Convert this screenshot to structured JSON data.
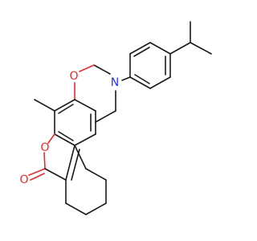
{
  "molecule": {
    "atom_labels": [
      {
        "id": "O1",
        "text": "O"
      },
      {
        "id": "N1",
        "text": "N"
      },
      {
        "id": "O2",
        "text": "O"
      },
      {
        "id": "O3",
        "text": "O"
      }
    ]
  },
  "colors": {
    "bond": "#1a1a1a",
    "oxygen": "#e52e2e",
    "nitrogen": "#2f33ee",
    "background": "#ffffff"
  }
}
